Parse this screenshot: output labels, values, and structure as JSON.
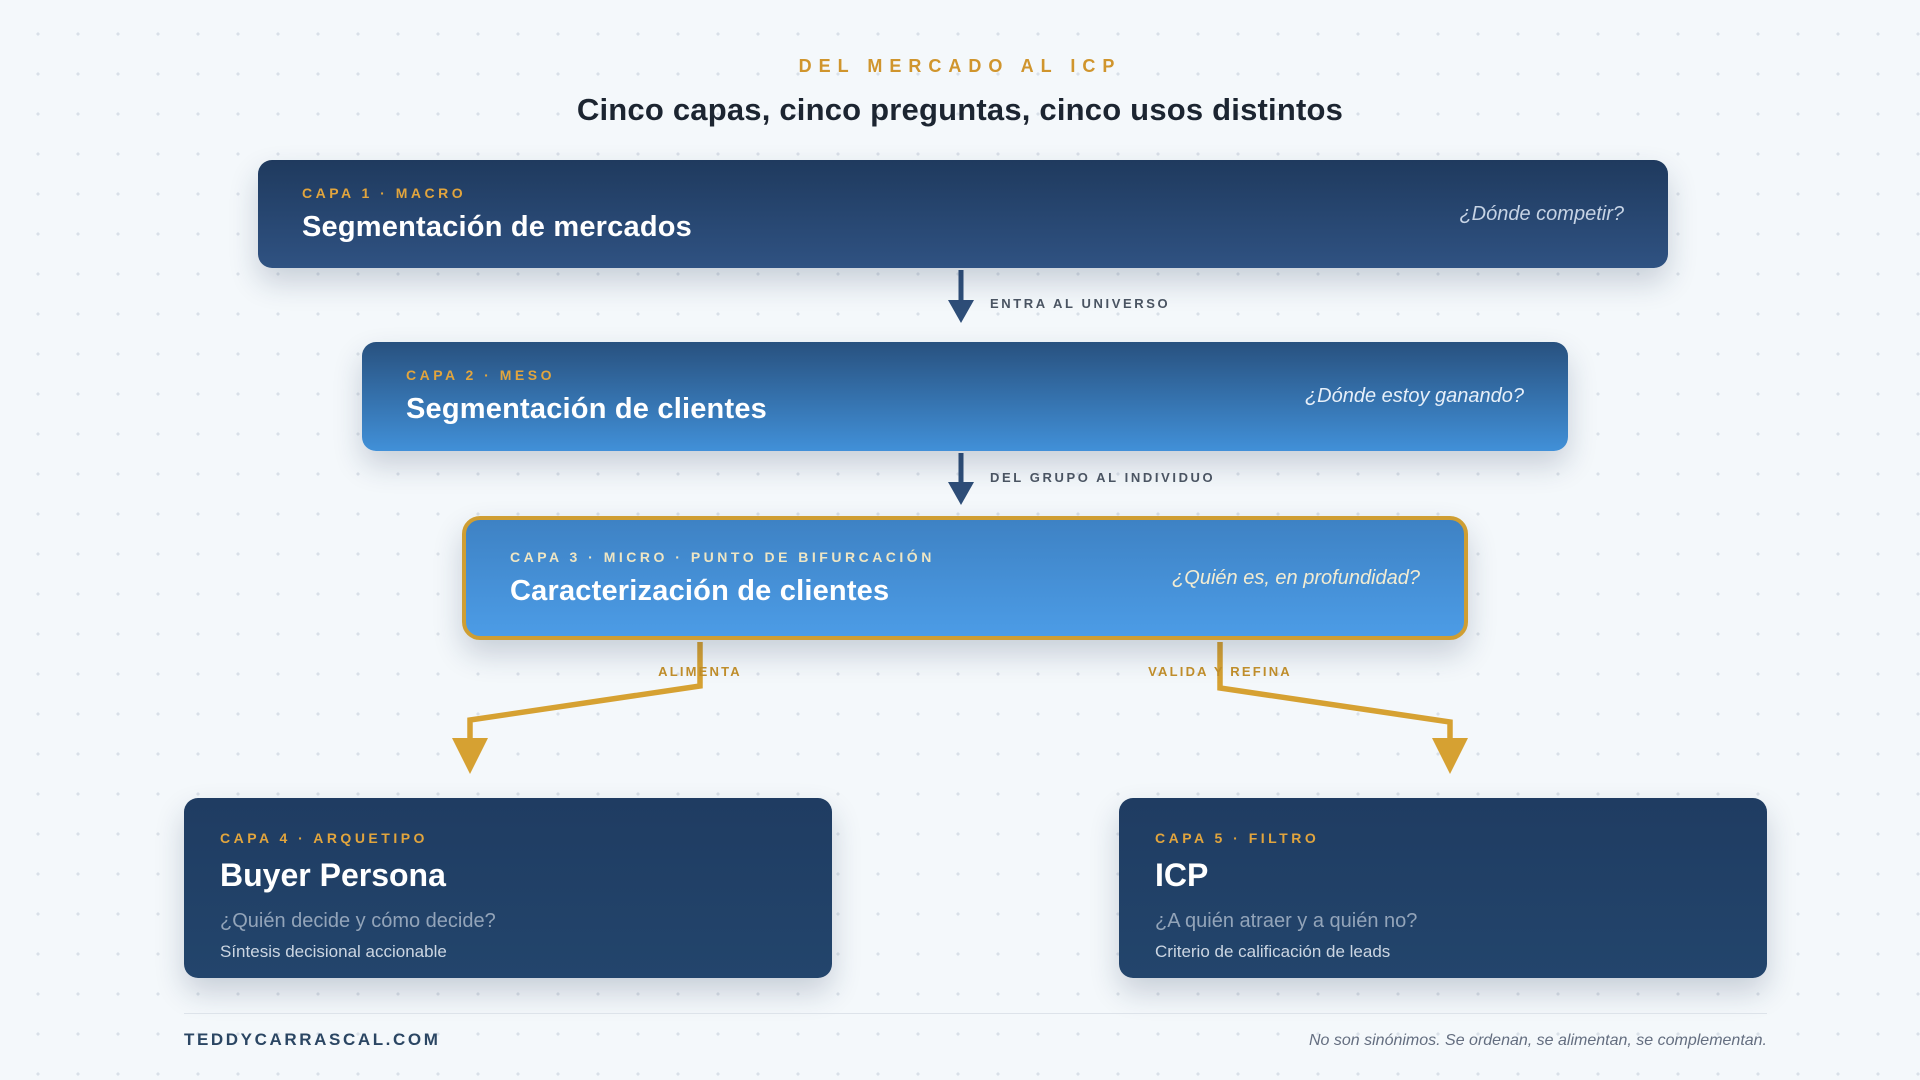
{
  "colors": {
    "accent_gold": "#cf9e33",
    "navy_dark": "#1f3c62",
    "blue_bright": "#4190d8",
    "arrow_blue": "#2e4e78",
    "background": "#f4f8fb"
  },
  "header": {
    "kicker": "DEL MERCADO AL ICP",
    "title": "Cinco capas, cinco preguntas, cinco usos distintos"
  },
  "layers": [
    {
      "label": "CAPA 1 · MACRO",
      "title": "Segmentación de mercados",
      "question": "¿Dónde competir?"
    },
    {
      "label": "CAPA 2 · MESO",
      "title": "Segmentación de clientes",
      "question": "¿Dónde estoy ganando?"
    },
    {
      "label": "CAPA 3 · MICRO · PUNTO DE BIFURCACIÓN",
      "title": "Caracterización de clientes",
      "question": "¿Quién es, en profundidad?"
    },
    {
      "label": "CAPA 4 · ARQUETIPO",
      "title": "Buyer Persona",
      "question": "¿Quién decide y cómo decide?",
      "subtitle": "Síntesis decisional accionable"
    },
    {
      "label": "CAPA 5 · FILTRO",
      "title": "ICP",
      "question": "¿A quién atraer y a quién no?",
      "subtitle": "Criterio de calificación de leads"
    }
  ],
  "connectors": {
    "arrow1_label": "ENTRA AL UNIVERSO",
    "arrow2_label": "DEL GRUPO AL INDIVIDUO",
    "branch_left_label": "ALIMENTA",
    "branch_right_label": "VALIDA Y REFINA"
  },
  "footer": {
    "site": "TEDDYCARRASCAL.COM",
    "note": "No son sinónimos. Se ordenan, se alimentan, se complementan."
  }
}
